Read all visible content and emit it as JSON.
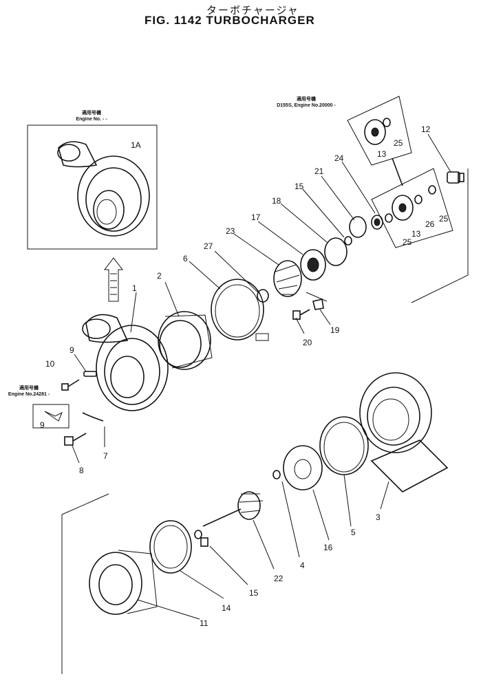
{
  "header": {
    "title_jp": "ターボチャージャ",
    "title": "FIG. 1142  TURBOCHARGER"
  },
  "notes": {
    "inset_left_jp": "適用号機",
    "inset_left_en": "Engine No. - -",
    "inset_right_jp": "適用号機",
    "inset_right_en": "D155S, Engine No.20000 -",
    "inset_bolt_jp": "適用号機",
    "inset_bolt_en": "Engine No.24281 -"
  },
  "callouts": [
    {
      "id": "1A",
      "label": "1A"
    },
    {
      "id": "1",
      "label": "1"
    },
    {
      "id": "2",
      "label": "2"
    },
    {
      "id": "3",
      "label": "3"
    },
    {
      "id": "4",
      "label": "4"
    },
    {
      "id": "5",
      "label": "5"
    },
    {
      "id": "6",
      "label": "6"
    },
    {
      "id": "7",
      "label": "7"
    },
    {
      "id": "8",
      "label": "8"
    },
    {
      "id": "9a",
      "label": "9"
    },
    {
      "id": "9b",
      "label": "9"
    },
    {
      "id": "10",
      "label": "10"
    },
    {
      "id": "11",
      "label": "11"
    },
    {
      "id": "12",
      "label": "12"
    },
    {
      "id": "13a",
      "label": "13"
    },
    {
      "id": "13b",
      "label": "13"
    },
    {
      "id": "14",
      "label": "14"
    },
    {
      "id": "15a",
      "label": "15"
    },
    {
      "id": "15b",
      "label": "15"
    },
    {
      "id": "16",
      "label": "16"
    },
    {
      "id": "17",
      "label": "17"
    },
    {
      "id": "18",
      "label": "18"
    },
    {
      "id": "19",
      "label": "19"
    },
    {
      "id": "20",
      "label": "20"
    },
    {
      "id": "21",
      "label": "21"
    },
    {
      "id": "22",
      "label": "22"
    },
    {
      "id": "23",
      "label": "23"
    },
    {
      "id": "24",
      "label": "24"
    },
    {
      "id": "25a",
      "label": "25"
    },
    {
      "id": "25b",
      "label": "25"
    },
    {
      "id": "25c",
      "label": "25"
    },
    {
      "id": "26",
      "label": "26"
    },
    {
      "id": "27",
      "label": "27"
    }
  ]
}
